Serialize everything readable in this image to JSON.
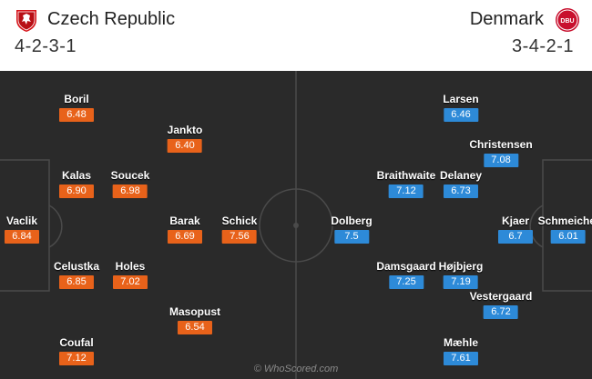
{
  "home": {
    "name": "Czech Republic",
    "formation": "4-2-3-1",
    "rating_color": "#e8621a",
    "crest_icon": "czech-crest-icon",
    "players": [
      {
        "name": "Vaclik",
        "rating": "6.84"
      },
      {
        "name": "Boril",
        "rating": "6.48"
      },
      {
        "name": "Kalas",
        "rating": "6.90"
      },
      {
        "name": "Celustka",
        "rating": "6.85"
      },
      {
        "name": "Coufal",
        "rating": "7.12"
      },
      {
        "name": "Soucek",
        "rating": "6.98"
      },
      {
        "name": "Holes",
        "rating": "7.02"
      },
      {
        "name": "Jankto",
        "rating": "6.40"
      },
      {
        "name": "Barak",
        "rating": "6.69"
      },
      {
        "name": "Masopust",
        "rating": "6.54"
      },
      {
        "name": "Schick",
        "rating": "7.56"
      }
    ]
  },
  "away": {
    "name": "Denmark",
    "formation": "3-4-2-1",
    "rating_color": "#2d8ad8",
    "crest_icon": "denmark-crest-icon",
    "crest_text": "DBU",
    "players": [
      {
        "name": "Schmeichel",
        "rating": "6.01"
      },
      {
        "name": "Kjaer",
        "rating": "6.7"
      },
      {
        "name": "Christensen",
        "rating": "7.08"
      },
      {
        "name": "Vestergaard",
        "rating": "6.72"
      },
      {
        "name": "Larsen",
        "rating": "6.46"
      },
      {
        "name": "Delaney",
        "rating": "6.73"
      },
      {
        "name": "Højbjerg",
        "rating": "7.19"
      },
      {
        "name": "Mæhle",
        "rating": "7.61"
      },
      {
        "name": "Braithwaite",
        "rating": "7.12"
      },
      {
        "name": "Damsgaard",
        "rating": "7.25"
      },
      {
        "name": "Dolberg",
        "rating": "7.5"
      }
    ]
  },
  "watermark": "© WhoScored.com"
}
